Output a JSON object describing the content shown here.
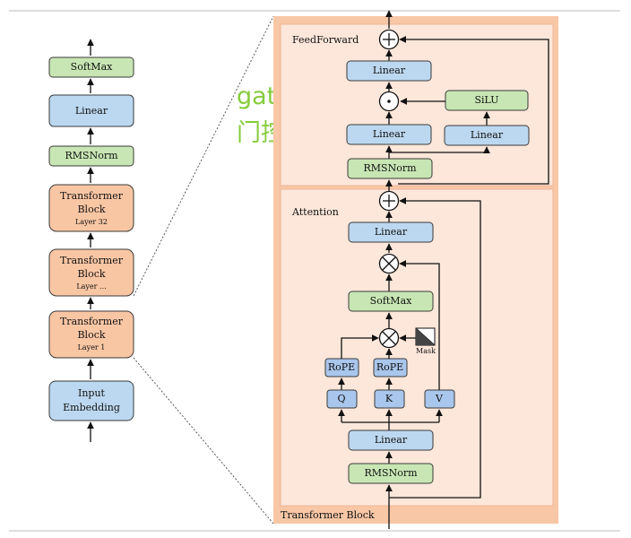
{
  "left_stack": {
    "softmax": "SoftMax",
    "linear": "Linear",
    "rmsnorm": "RMSNorm",
    "blocks": [
      {
        "title1": "Transformer",
        "title2": "Block",
        "sub": "Layer 32"
      },
      {
        "title1": "Transformer",
        "title2": "Block",
        "sub": "Layer ..."
      },
      {
        "title1": "Transformer",
        "title2": "Block",
        "sub": "Layer 1"
      }
    ],
    "embedding1": "Input",
    "embedding2": "Embedding"
  },
  "annotation": {
    "line1": "gated",
    "line2": "门控机制"
  },
  "feedforward": {
    "title": "FeedForward",
    "linear_top": "Linear",
    "dot": "·",
    "silu": "SiLU",
    "linear_left": "Linear",
    "linear_right": "Linear",
    "rmsnorm": "RMSNorm"
  },
  "attention": {
    "title": "Attention",
    "linear_top": "Linear",
    "softmax": "SoftMax",
    "rope_q": "RoPE",
    "rope_k": "RoPE",
    "q": "Q",
    "k": "K",
    "v": "V",
    "mask": "Mask",
    "linear_in": "Linear",
    "rmsnorm": "RMSNorm"
  },
  "block_label": "Transformer Block"
}
